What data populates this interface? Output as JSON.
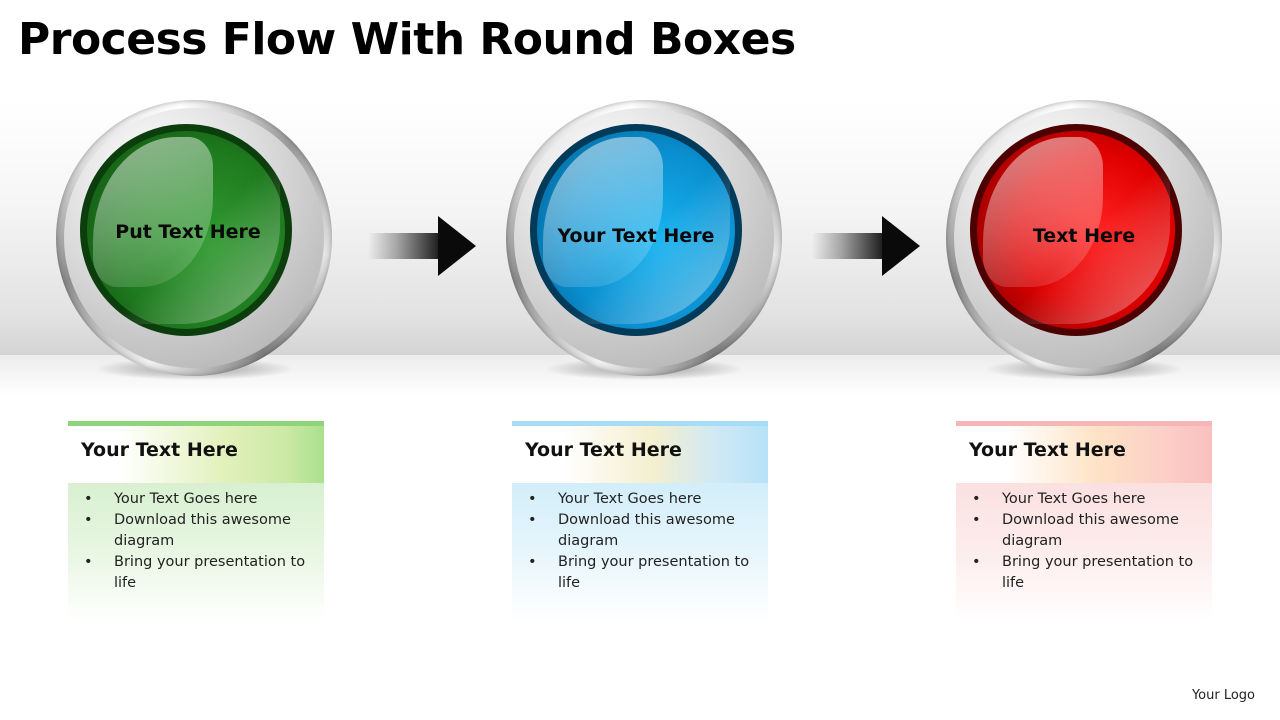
{
  "title": "Process Flow With Round Boxes",
  "steps": [
    {
      "label": "Put Text Here",
      "color": "#1e7a1e"
    },
    {
      "label": "Your Text Here",
      "color": "#0a8fd0"
    },
    {
      "label": "Text Here",
      "color": "#e00000"
    }
  ],
  "cards": [
    {
      "title": "Your Text Here",
      "bullets": [
        "Your Text Goes here",
        "Download this awesome diagram",
        "Bring your presentation to life"
      ],
      "accent": "#8fd47a"
    },
    {
      "title": "Your Text Here",
      "bullets": [
        "Your Text Goes here",
        "Download this awesome diagram",
        "Bring your presentation to life"
      ],
      "accent": "#a6dcf5"
    },
    {
      "title": "Your Text Here",
      "bullets": [
        "Your Text Goes here",
        "Download this awesome diagram",
        "Bring your presentation to life"
      ],
      "accent": "#f7b6b6"
    }
  ],
  "icons": [
    "arrow-right-icon",
    "arrow-right-icon"
  ],
  "logo": "Your Logo"
}
